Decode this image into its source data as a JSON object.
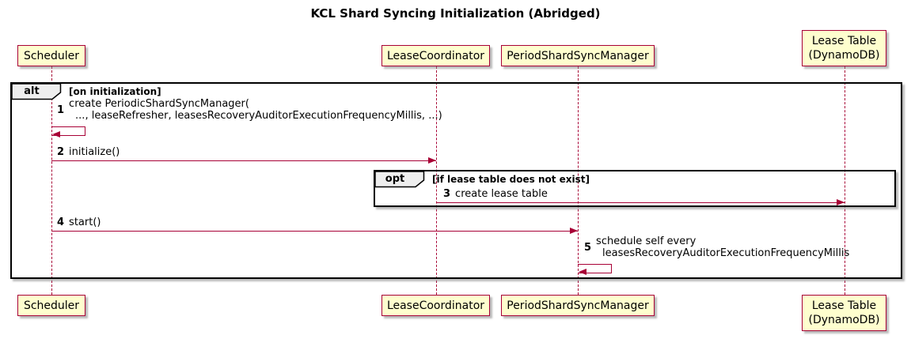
{
  "title": "KCL Shard Syncing Initialization (Abridged)",
  "colors": {
    "participant_fill": "#FEFECE",
    "participant_border": "#A80036",
    "arrow": "#A80036",
    "lifeline": "#A80036",
    "frame_border": "#000000",
    "frame_operator_fill": "#EEEEEE",
    "background": "#FFFFFF"
  },
  "participants": [
    {
      "id": "scheduler",
      "label": "Scheduler"
    },
    {
      "id": "lease-coordinator",
      "label": "LeaseCoordinator"
    },
    {
      "id": "period-shard-sync-manager",
      "label": "PeriodShardSyncManager"
    },
    {
      "id": "lease-table",
      "label_line1": "Lease Table",
      "label_line2": "(DynamoDB)"
    }
  ],
  "frames": [
    {
      "operator": "alt",
      "guard": "[on initialization]"
    },
    {
      "operator": "opt",
      "guard": "[if lease table does not exist]"
    }
  ],
  "messages": [
    {
      "seq": "1",
      "line1": "create PeriodicShardSyncManager(",
      "line2": "..., leaseRefresher, leasesRecoveryAuditorExecutionFrequencyMillis, ...)",
      "kind": "self",
      "from": "Scheduler",
      "to": "Scheduler"
    },
    {
      "seq": "2",
      "text": "initialize()",
      "kind": "arrow",
      "from": "Scheduler",
      "to": "LeaseCoordinator"
    },
    {
      "seq": "3",
      "text": "create lease table",
      "kind": "arrow",
      "from": "LeaseCoordinator",
      "to": "Lease Table (DynamoDB)"
    },
    {
      "seq": "4",
      "text": "start()",
      "kind": "arrow",
      "from": "Scheduler",
      "to": "PeriodShardSyncManager"
    },
    {
      "seq": "5",
      "line1": "schedule self every",
      "line2": "leasesRecoveryAuditorExecutionFrequencyMillis",
      "kind": "self",
      "from": "PeriodShardSyncManager",
      "to": "PeriodShardSyncManager"
    }
  ]
}
